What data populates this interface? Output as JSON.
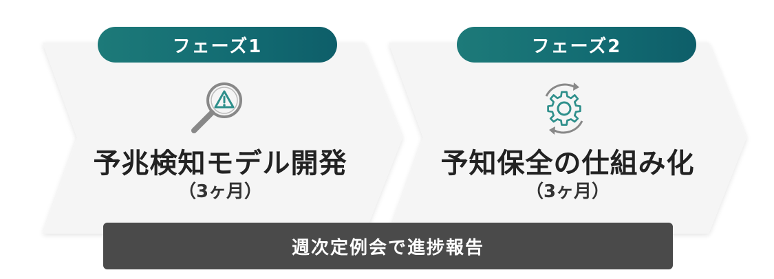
{
  "phases": [
    {
      "badge": "フェーズ1",
      "title": "予兆検知モデル開発",
      "duration": "（3ヶ月）",
      "icon": "magnifier-warning-icon"
    },
    {
      "badge": "フェーズ2",
      "title": "予知保全の仕組み化",
      "duration": "（3ヶ月）",
      "icon": "gear-cycle-icon"
    }
  ],
  "footer": {
    "label": "週次定例会で進捗報告"
  },
  "colors": {
    "badge": "#1d7a79",
    "icon": "#3a9a96",
    "footer": "#4a4a4a",
    "chevron": "#f4f4f4"
  }
}
